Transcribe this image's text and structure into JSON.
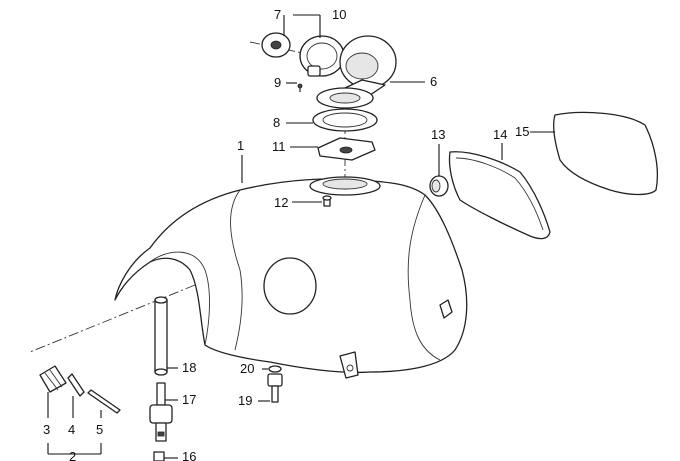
{
  "callouts": [
    {
      "id": "c1",
      "text": "1"
    },
    {
      "id": "c3",
      "text": "3"
    },
    {
      "id": "c4",
      "text": "4"
    },
    {
      "id": "c5",
      "text": "5"
    },
    {
      "id": "c6",
      "text": "6"
    },
    {
      "id": "c7",
      "text": "7"
    },
    {
      "id": "c8",
      "text": "8"
    },
    {
      "id": "c9",
      "text": "9"
    },
    {
      "id": "c10",
      "text": "10"
    },
    {
      "id": "c11",
      "text": "11"
    },
    {
      "id": "c12",
      "text": "12"
    },
    {
      "id": "c13",
      "text": "13"
    },
    {
      "id": "c14",
      "text": "14"
    },
    {
      "id": "c15",
      "text": "15"
    },
    {
      "id": "c16",
      "text": "16"
    },
    {
      "id": "c17",
      "text": "17"
    },
    {
      "id": "c18",
      "text": "18"
    },
    {
      "id": "c19",
      "text": "19"
    },
    {
      "id": "c20",
      "text": "20"
    },
    {
      "id": "c2",
      "text": "2"
    }
  ]
}
